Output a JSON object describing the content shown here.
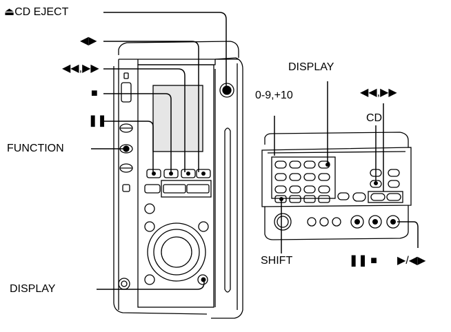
{
  "labels": {
    "cd_eject": "CD EJECT",
    "function": "FUNCTION",
    "display_main": "DISPLAY",
    "display_remote": "DISPLAY",
    "digits": "0-9,+10",
    "cd": "CD",
    "shift": "SHIFT",
    "comma": ",",
    "slash": "/"
  },
  "icons": {
    "eject": "eject-icon",
    "play_reverse": "play-reverse-icon",
    "rewind": "rewind-icon",
    "fast_forward": "fast-forward-icon",
    "stop": "stop-icon",
    "pause": "pause-icon",
    "play": "play-icon"
  },
  "colors": {
    "line": "#000000",
    "device_fill": "#ffffff",
    "display_fill": "#e6e6e6"
  }
}
